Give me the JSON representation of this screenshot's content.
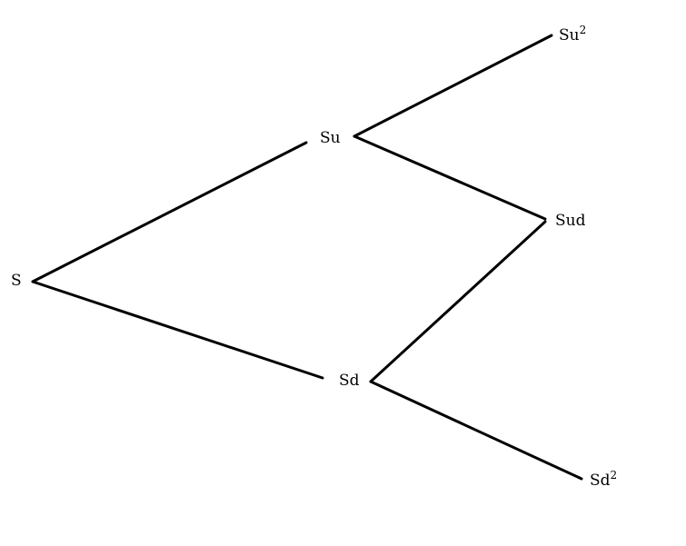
{
  "diagram": {
    "nodes": {
      "s": {
        "label": "S"
      },
      "su": {
        "label": "Su"
      },
      "sd": {
        "label": "Sd"
      },
      "su2": {
        "label": "Su",
        "exponent": "2"
      },
      "sud": {
        "label": "Sud"
      },
      "sd2": {
        "label": "Sd",
        "exponent": "2"
      }
    },
    "edges": [
      {
        "from": "S",
        "to": "Su"
      },
      {
        "from": "S",
        "to": "Sd"
      },
      {
        "from": "Su",
        "to": "Su2"
      },
      {
        "from": "Su",
        "to": "Sud"
      },
      {
        "from": "Sd",
        "to": "Sud"
      },
      {
        "from": "Sd",
        "to": "Sd2"
      }
    ],
    "colors": {
      "line": "#000000",
      "background": "#ffffff"
    }
  }
}
